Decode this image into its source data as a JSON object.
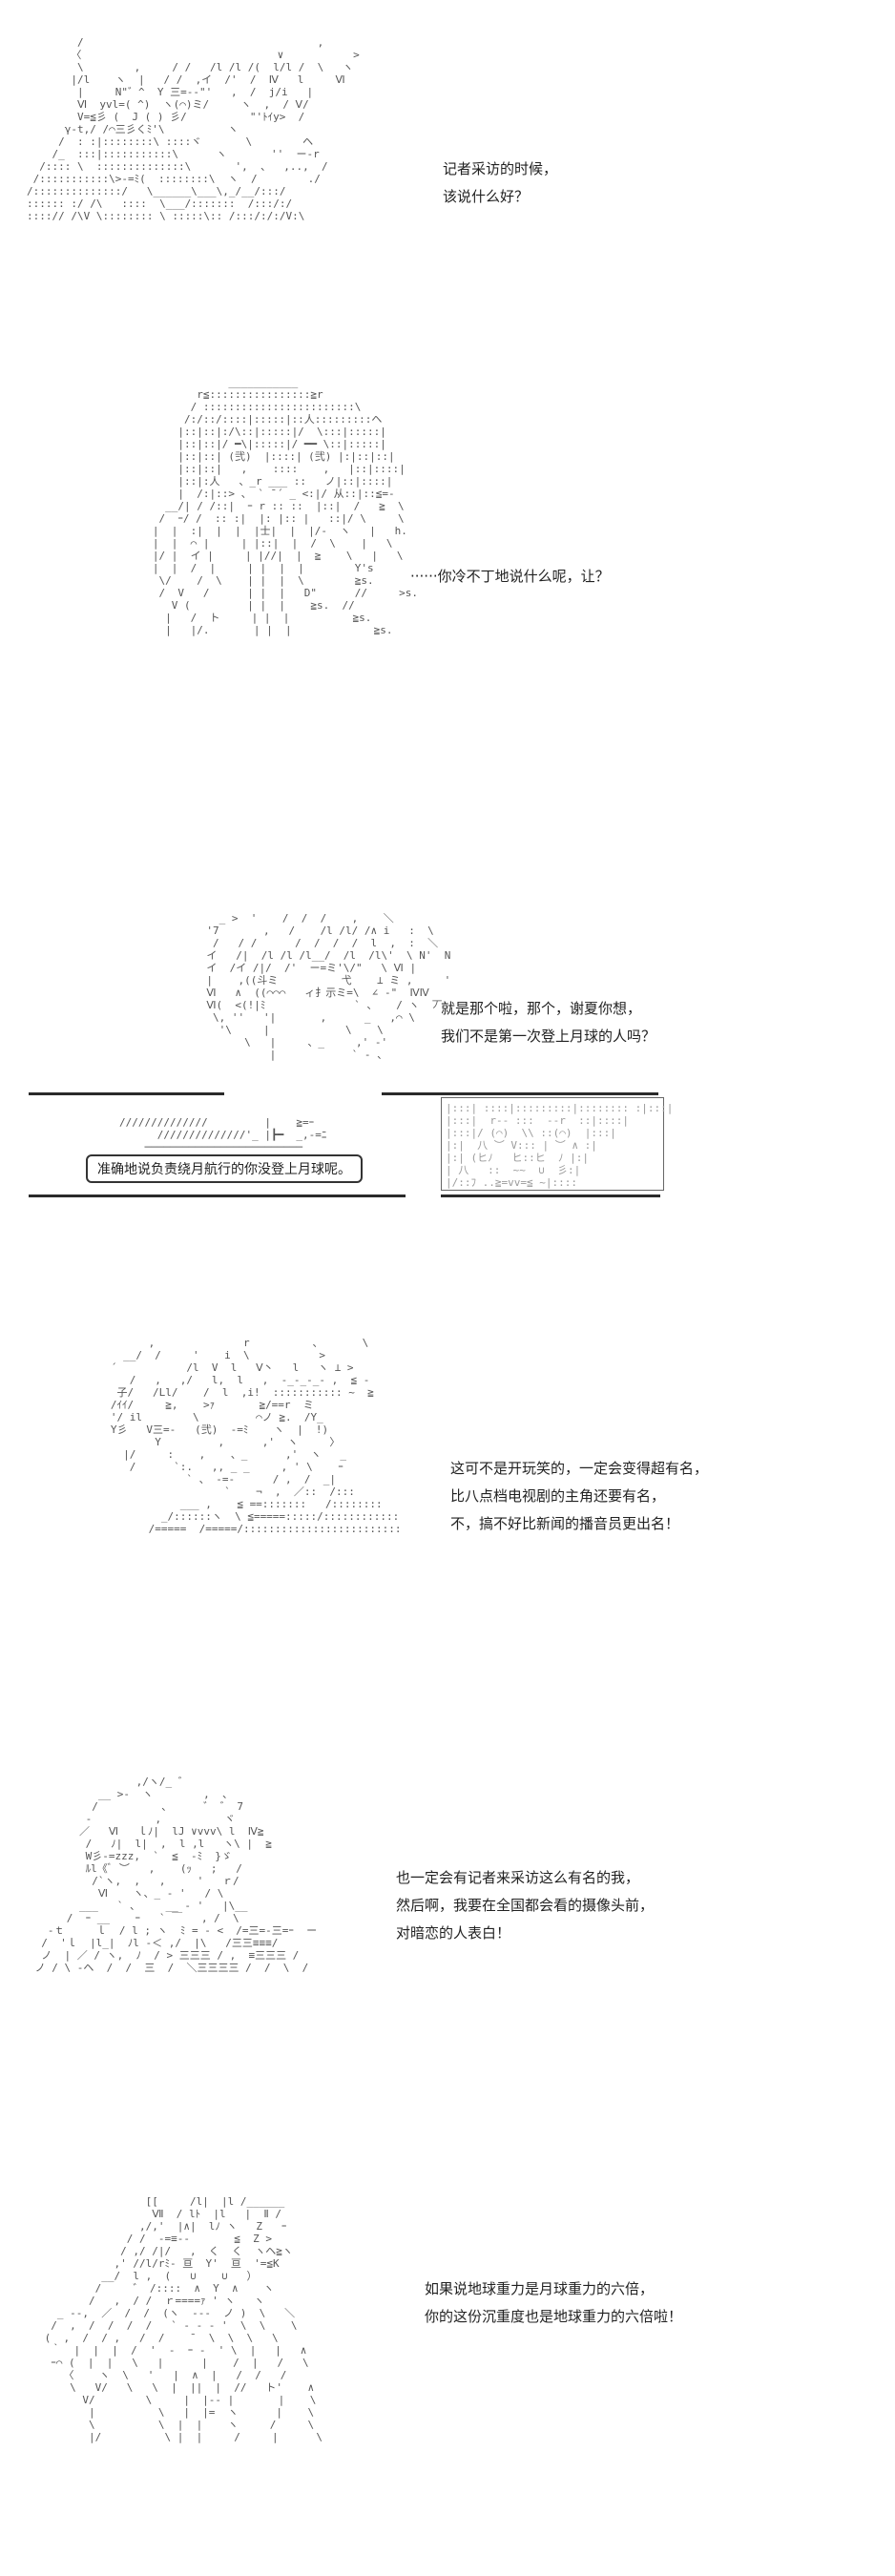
{
  "panels": [
    {
      "lines": [
        "记者采访的时候，",
        "该说什么好？"
      ],
      "art": "        /                                     ,\n       〈                               ∨           >\n        \\        ,     / /   /l /l /(  l/l /  \\   ヽ\n       |/l    ヽ  |   / /  ,イ  /'  /  Ⅳ   l     Ⅵ\n        |     N\"゛^  Y 三=-‐\"'   ,  /  j/i   |\n        Ⅵ  yvl=( ^)  ヽ(⌒)ミ/     ヽ  ,  / Ⅴ/\n        V=≦彡 (  J ( ) 彡/          \"'ﾄｲy>  /\n      γ-t,/ /⌒三彡くﾐ'\\          ヽ\n     /  : :|::::::::\\ ::::ヾ       \\        ヘ\n    /_  :::|:::::::::::\\      ヽ       ''  ー-r\n  /:::: \\  ::::::::::::::\\       ',  、  ,..,  /\n /:::::::::::\\>-=ﾐ(  ::::::::\\  ヽ  /        ./\n/::::::::::::::/   \\______\\___\\,_/__/:::/\n:::::: :/ /\\   ::::  \\___/:::::::  /:::/:/\n::::// /\\V \\:::::::: \\ :::::\\:: /:::/:/:/V:\\"
    },
    {
      "lines": [
        "······你冷不丁地说什么呢，让？"
      ],
      "art": "               ___________\n          r≦::::::::::::::::≧r\n         / ::::::::::::::::::::::::\\\n        /:/::/::::|:::::|::人:::::::::ヘ\n       |::|::|:/\\::|:::::|/  \\:::|:::::|\n       |::|::|/ ━\\|:::::|/ ━━ \\::|:::::|\n       |::|::| (弐)  |::::| (弐) |:|::|::|\n       |::|::|   ,    ::::    ,   |::|::::|\n       |::|:人   、_r ___ ::   ノ|::|::::|\n       |  /:|::> 、 ` ̄ ´ _ <:|/ 从::|::≦=-\n     __/| / /::|  ｰ r :: ::  |::|  /   ≧  \\\n    /  ｰ/ /  :: :|  |: |:: |   ::|/ \\     \\\n   |  |  :|  |  |  |士|  |  |/-  ヽ   |   h.\n   |  |  ⌒ |     | |::|  |  /  \\    |   \\\n   |/ |  イ |     | |//|  |  ≧    \\   |   \\\n   |  |  /  |     | |  |  |        Y's\n    \\/    /  \\    | |  |  \\        ≧s.\n    /  V   /      | |  |   D\"      //     >s.\n      V (         | |  |    ≧s.  //\n     |   /  ト     | |  |          ≧s.\n     |   |/.       | |  |             ≧s."
    },
    {
      "lines": [
        "就是那个啦，那个，谢夏你想，",
        "我们不是第一次登上月球的人吗？"
      ],
      "caption": "准确地说负责绕月航行的你没登上月球呢。",
      "art": "         _ >  '    /  /  /    ,    ＼\n       '7       ,   /    /l /l/ /∧ i   :  \\\n        /   / /      /  /  /  /  l  ,  :  ＼\n       イ   /|  /l /l /l__/  /l  /l\\'  \\ N'  N\n       イ  /イ /|/  /'  ー=ミ'\\/\"   \\ Ⅵ |\n       |    ,((斗ミ          弋    ⊥ ミ ,     '\n       Ⅵ   ∧  ((⌒⌒⌒   ィ扌示ミ=\\  ∠ -\"  ⅣⅣ\n       Ⅵ(  <(!|ﾐ              ` 、   / ヽ  丆\n        \\, ''   '|       ,      _   ,⌒ \\\n         '\\     |            \\    \\\n             \\   |     、_     ,' ‐'\n                 |            ` - 、"
    },
    {
      "lines": [
        "这可不是开玩笑的，一定会变得超有名，",
        "比八点档电视剧的主角还要有名，",
        "不，搞不好比新闻的播音员更出名！"
      ],
      "art": "         ,              r          ､       \\\n     __/  /     '    i  \\           >\n   ´           /l  V  l   Ⅴ丶   l   ヽ ⊥ >\n      /   ,   ,/   l,  l   ,  -_-_-_- ,  ≦ -\n    子/   /Ll/    /  l  ,i!  ::::::::::: ~  ≧\n   /ｲｲ/     ≧,    >ｧ       ≧/==r  ミ\n   '/ il        \\         ⌒ノ ≧.  /Y_\n   Y彡   V三=-   (弐)  -=ﾐ    ヽ  |  !)\n          Y         ,      ,'  ヽ     〉\n     |/     :    ,    、_      ,'  ヽ   _\n      /      `:.   ,, _ _     , ' \\    ｰ\n               ` 、 -=-      / ,  /  _|\n                     `    ¬  ,  ／::  /:::\n              ___ ,    ≦ ==:::::::   /::::::::\n           _/::::::ヽ  \\ ≦=====:::::/::::::::::::\n         /=====  /=====/:::::::::::::::::::::::::"
    },
    {
      "lines": [
        "也一定会有记者来采访这么有名的我，",
        "然后啊，我要在全国都会看的摄像头前，",
        "对暗恋的人表白！"
      ],
      "art": "                 ,/ヽ/_ ゛\n           __ >-  ヽ        ,  、\n          /          、     ゛ ゛ 7\n         -          ,          ヾ\n        ／   Ⅵ   ｌﾉ|  lJ ∨vvv\\ l  Ⅳ≧\n         /   ﾉ|  l|  ,  l ,l   ヽ\\ |  ≧\n         W彡-=zzz,  `  ≦  -ﾐ  }ゞ\n         ﾙl《ﾞ ︶   ,    (ｯ   ;   /\n          /`ヽ,  ,   ,     '   ｒ/\n           Ⅵ    ヽ、_ ‐ '   / \\\n        ___   ` 、    __ ‐ '   |\\__\n      /  ｰ __    ｰ   ` ￣   , /  \\\n   ‐ｔ     ｌ  / l ; ヽ  ﾐ = - <  /=三=-三=ｰ  ー\n  /  'ｌ  |l_|  ﾉl ‐＜ ,/  |\\   /三三≡≡≡/\n  ノ  | ／ / ヽ,  ﾉ  / > 三三三 / ,  ≡三三三 /\n ノ / \\ ‐ヘ  /  /  三  /  ＼三三三三 /  /  \\  /"
    },
    {
      "lines": [
        "如果说地球重力是月球重力的六倍，",
        "你的这份沉重度也是地球重力的六倍啦！"
      ],
      "art": "                 [[     /l|  |l /______\n                  Ⅶ  / lﾄ  |l   |  Ⅱ /\n                ,/,'  |∧|  lﾉ ヽ   Z   ｰ\n              / /  -=≡--       ≦  Z >\n             / ,/ /|/   ,  く  く  ヽヘ≧ヽ\n            ,' //l/rﾐ‐ 亘  Y'  亘  '=≦K\n          __/  l ,  (   ∪    ∪   ）\n         /     ゛ /::::  ∧  Y  ∧    ヽ\n        /   ,  / /  ｒ====ｧ ' ヽ   ヽ\n   _ --,  ／  /  /  (ヽ  ‐‐‐  ノ )  \\   ＼\n  /  ,  /  /  /  /   ` ‐ ‐ ‐ '  \\  \\    \\\n (  ,  /  / ,   /  /    ̄   \\  \\  \\   \\\n  ｀  |  |  |  /  '  ‐  ｰ ‐  ' \\  |   |   ∧\n  ｰ⌒ (  |  |   \\   |      |    /  |   /   \\\n    〈    ヽ  \\   '   |  ∧  |   /  /   /\n     \\   V/   \\   \\  |  ||  |  //   ト'    ∧\n       V/        \\     |  |‐- |       |    \\\n        |          \\   |  |=  ヽ      |    \\\n        \\          \\  |  |    ヽ     /     \\\n        |/          \\ |  |     /     |      \\"
    }
  ]
}
